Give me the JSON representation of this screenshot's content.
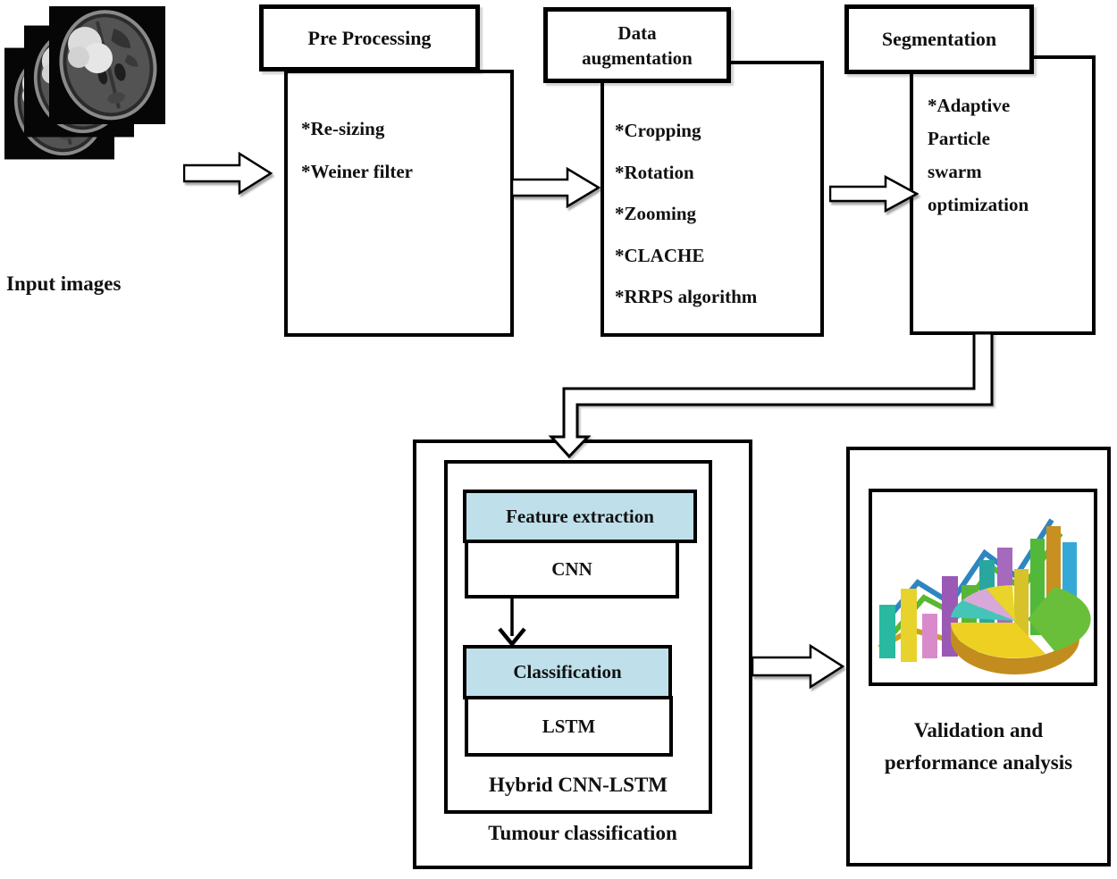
{
  "figure": {
    "input": {
      "label": "Input images"
    },
    "preprocessing": {
      "title": "Pre Processing",
      "items": [
        "*Re-sizing",
        "*Weiner filter"
      ]
    },
    "augmentation": {
      "title": "Data\naugmentation",
      "items": [
        "*Cropping",
        "*Rotation",
        "*Zooming",
        "*CLACHE",
        "*RRPS algorithm"
      ]
    },
    "segmentation": {
      "title": "Segmentation",
      "items": [
        "*Adaptive\nParticle\nswarm\noptimization"
      ]
    },
    "tumour_classification": {
      "label": "Tumour classification",
      "hybrid_label": "Hybrid CNN-LSTM",
      "feature_extraction": {
        "title": "Feature extraction",
        "model": "CNN"
      },
      "classification": {
        "title": "Classification",
        "model": "LSTM"
      }
    },
    "validation": {
      "label": "Validation and\nperformance analysis"
    },
    "icons": {
      "flow_arrow": "block-arrow-right",
      "connector": "elbow-pipe-arrow-down",
      "step_arrow": "thin-arrow-down"
    },
    "colors": {
      "stage_header_fill": "#bfe0ea",
      "box_border": "#000000",
      "background": "#ffffff"
    }
  }
}
